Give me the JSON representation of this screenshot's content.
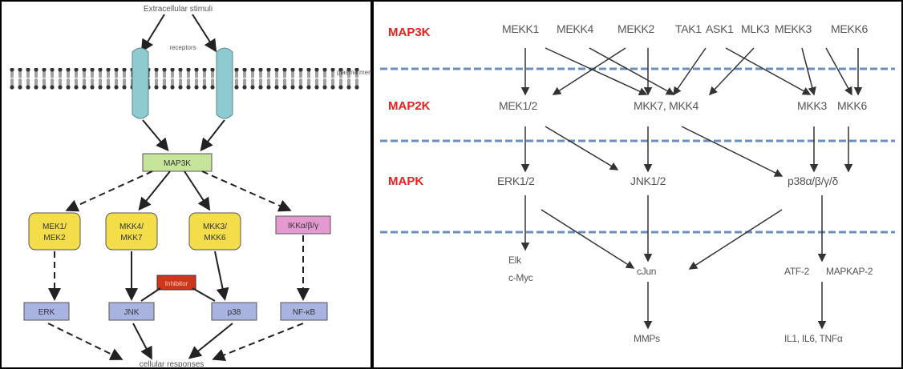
{
  "left_panel": {
    "top_label": "Extracellular stimuli",
    "receptor_label": "receptors",
    "membrane_label": "plasma membrane",
    "map3k_box": "MAP3K",
    "map2k_boxes": [
      {
        "line1": "MEK1/",
        "line2": "MEK2"
      },
      {
        "line1": "MKK4/",
        "line2": "MKK7"
      },
      {
        "line1": "MKK3/",
        "line2": "MKK6"
      },
      {
        "line1": "IKKα/β/γ",
        "line2": ""
      }
    ],
    "inhibitor_box": "Inhibitor",
    "mapk_boxes": [
      "ERK",
      "JNK",
      "p38",
      "NF-κB"
    ],
    "bottom_label": "cellular responses",
    "colors": {
      "receptor": "#8ecbd0",
      "map3k": "#c6e59a",
      "map2k": "#f3de4a",
      "ikk": "#e49ad0",
      "mapk": "#a9b3df",
      "inhibitor": "#d0361a"
    }
  },
  "right_panel": {
    "level_labels": [
      "MAP3K",
      "MAP2K",
      "MAPK"
    ],
    "map3k": [
      "MEKK1",
      "MEKK4",
      "MEKK2",
      "TAK1",
      "ASK1",
      "MLK3",
      "MEKK3",
      "MEKK6"
    ],
    "map2k": [
      "MEK1/2",
      "MKK7, MKK4",
      "MKK3",
      "MKK6"
    ],
    "mapk": [
      "ERK1/2",
      "JNK1/2",
      "p38α/β/γ/δ"
    ],
    "substrates": [
      "Elk",
      "c-Myc",
      "cJun",
      "ATF-2",
      "MAPKAP-2"
    ],
    "outputs": [
      "MMPs",
      "IL1, IL6, TNFα"
    ],
    "colors": {
      "label": "#e8201e",
      "dashed_line": "#6a8fc0"
    }
  }
}
